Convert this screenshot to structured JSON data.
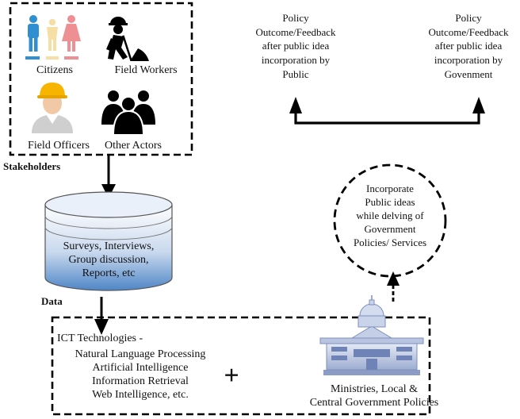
{
  "stakeholders": {
    "citizens": "Citizens",
    "field_workers": "Field Workers",
    "field_officers": "Field Officers",
    "other_actors": "Other Actors",
    "caption": "Stakeholders"
  },
  "data_store": {
    "lines": [
      "Surveys, Interviews,",
      "Group discussion,",
      "Reports, etc"
    ],
    "caption": "Data"
  },
  "ict": {
    "heading": "ICT Technologies -",
    "items": [
      "Natural Language Processing",
      "Artificial Intelligence",
      "Information Retrieval",
      "Web Intelligence, etc."
    ],
    "plus": "+",
    "ministries_lines": [
      "Ministries, Local &",
      "Central Government Policies"
    ]
  },
  "incorporate": {
    "lines": [
      "Incorporate",
      "Public ideas",
      "while delving of",
      "Government",
      "Policies/ Services"
    ]
  },
  "feedback_public": {
    "lines": [
      "Policy",
      "Outcome/Feedback",
      "after public idea",
      "incorporation  by",
      "Public"
    ]
  },
  "feedback_government": {
    "lines": [
      "Policy",
      "Outcome/Feedback",
      "after public idea",
      "incorporation  by",
      "Govenment"
    ]
  },
  "colors": {
    "citizen_blue": "#2f8fd0",
    "citizen_yellow": "#f5dfa6",
    "citizen_pink": "#ee8f93",
    "cylinder_blue": "#4f86c6",
    "building_blue": "#a9b7d6"
  }
}
